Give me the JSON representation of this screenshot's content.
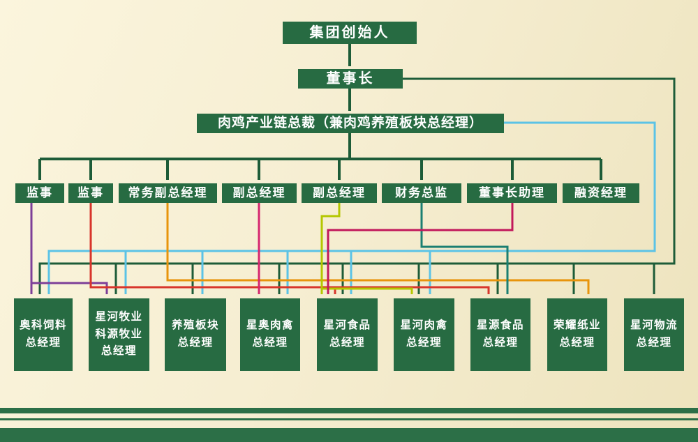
{
  "palette": {
    "background": "#f6eed2",
    "box_green": "#276b42",
    "line_green": "#1d5c38",
    "line_cyan": "#5bc3e6",
    "line_purple": "#7d3f98",
    "line_red": "#d8352b",
    "line_orange": "#e8940c",
    "line_magenta": "#d6256e",
    "line_crimson": "#c2185b",
    "line_lime": "#b4c700",
    "line_teal": "#1b7f72"
  },
  "org": {
    "level1": {
      "label": "集团创始人"
    },
    "level2": {
      "label": "董事长"
    },
    "level3": {
      "label": "肉鸡产业链总裁（兼肉鸡养殖板块总经理）"
    },
    "level4": [
      {
        "label": "监事"
      },
      {
        "label": "监事"
      },
      {
        "label": "常务副总经理"
      },
      {
        "label": "副总经理"
      },
      {
        "label": "副总经理"
      },
      {
        "label": "财务总监"
      },
      {
        "label": "董事长助理"
      },
      {
        "label": "融资经理"
      }
    ],
    "level5": [
      {
        "label": "奥科饲料\n总经理"
      },
      {
        "label": "星河牧业\n科源牧业\n总经理"
      },
      {
        "label": "养殖板块\n总经理"
      },
      {
        "label": "星奥肉禽\n总经理"
      },
      {
        "label": "星河食品\n总经理"
      },
      {
        "label": "星河肉禽\n总经理"
      },
      {
        "label": "星源食品\n总经理"
      },
      {
        "label": "荣耀纸业\n总经理"
      },
      {
        "label": "星河物流\n总经理"
      }
    ],
    "edges": [
      "集团创始人 → 董事长",
      "董事长 → 肉鸡产业链总裁（兼肉鸡养殖板块总经理）",
      "肉鸡产业链总裁 → 监事 / 监事 / 常务副总经理 / 副总经理 / 副总经理 / 财务总监 / 董事长助理 / 融资经理",
      "管理层各岗位 → 各子公司总经理（彩色连线）"
    ]
  }
}
